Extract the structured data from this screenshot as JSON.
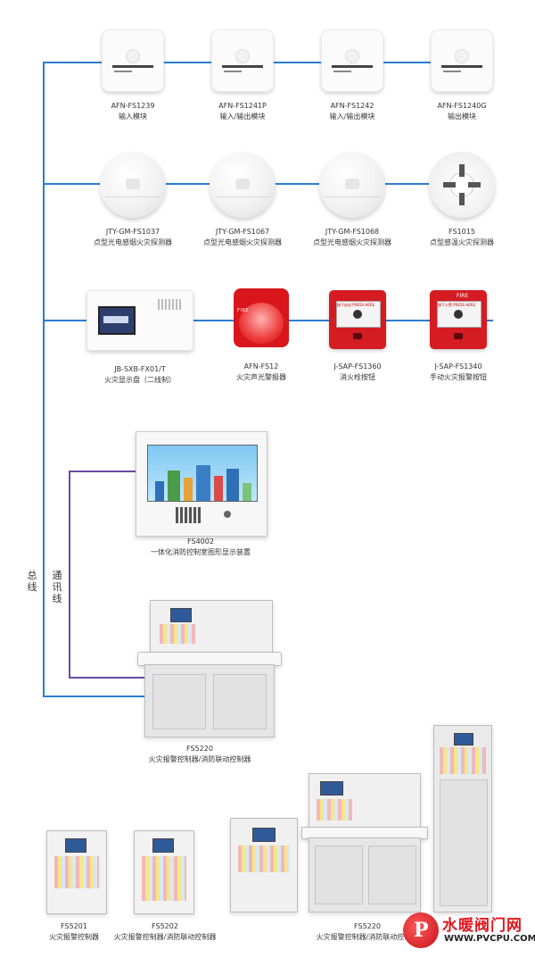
{
  "bus_label": "总线",
  "comm_label": "通讯线",
  "row1": [
    {
      "model": "AFN-FS1239",
      "name": "输入模块"
    },
    {
      "model": "AFN-FS1241P",
      "name": "输入/输出模块"
    },
    {
      "model": "AFN-FS1242",
      "name": "输入/输出模块"
    },
    {
      "model": "AFN-FS1240G",
      "name": "输出模块"
    }
  ],
  "row2": [
    {
      "model": "JTY-GM-FS1037",
      "name": "点型光电感烟火灾探测器"
    },
    {
      "model": "JTY-GM-FS1067",
      "name": "点型光电感烟火灾探测器"
    },
    {
      "model": "JTY-GM-FS1068",
      "name": "点型光电感烟火灾探测器"
    },
    {
      "model": "FS1015",
      "name": "点型感温火灾探测器"
    }
  ],
  "row3": [
    {
      "model": "JB-SXB-FX01/T",
      "name": "火灾显示盘（二线制）"
    },
    {
      "model": "AFN-FS12",
      "name": "火灾声光警报器"
    },
    {
      "model": "J-SAP-FS1360",
      "name": "消火栓按钮"
    },
    {
      "model": "J-SAP-FS1340",
      "name": "手动火灾报警按钮"
    }
  ],
  "device_text": {
    "sounder": "FIRE",
    "call_point_fire": "FIRE",
    "call_point_1": "按下启动 PRESS HERE",
    "call_point_2": "按下火警 PRESS HERE"
  },
  "graphic_display": {
    "model": "FS4002",
    "name": "一体化消防控制室图形显示装置"
  },
  "main_controller": {
    "model": "FS5220",
    "name": "火灾报警控制器/消防联动控制器"
  },
  "bottom": [
    {
      "model": "FS5201",
      "name": "火灾报警控制器"
    },
    {
      "model": "FS5202",
      "name": "火灾报警控制器/消防联动控制器"
    },
    {
      "model": "FS5220",
      "name": "火灾报警控制器/消防联动控制器"
    }
  ],
  "watermark": {
    "logo": "P",
    "name": "水暖阀门网",
    "url": "WWW.PVCPU.COM"
  },
  "colors": {
    "bus_line": "#2a7ed3",
    "comm_line": "#6a4ba2",
    "alarm_red": "#d41c22"
  }
}
